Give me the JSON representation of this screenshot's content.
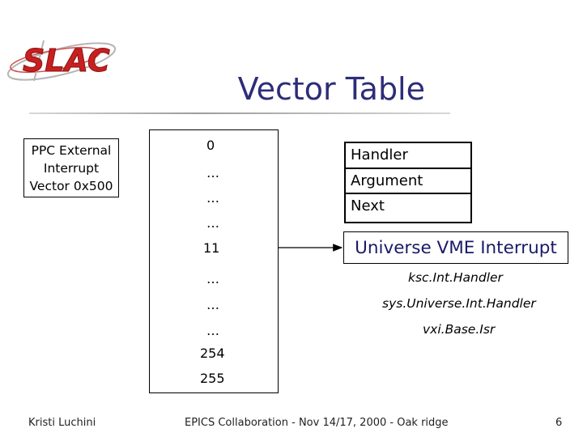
{
  "logo": {
    "text": "SLAC"
  },
  "slide": {
    "title": "Vector Table"
  },
  "ppc_label": "PPC External\nInterrupt\nVector 0x500",
  "vector_table": {
    "rows": [
      "0",
      "…",
      "…",
      "…",
      "11",
      "…",
      "…",
      "…",
      "254",
      "255"
    ]
  },
  "handler_struct": {
    "fields": [
      "Handler",
      "Argument",
      "Next"
    ]
  },
  "universe_label": "Universe VME Interrupt",
  "handlers": [
    "ksc.Int.Handler",
    "sys.Universe.Int.Handler",
    "vxi.Base.Isr"
  ],
  "footer": {
    "author": "Kristi Luchini",
    "event": "EPICS Collaboration - Nov 14/17, 2000 - Oak ridge",
    "page": "6"
  },
  "colors": {
    "title": "#2d2d7a",
    "logo_red": "#c8201f",
    "logo_gray": "#9a9a9a"
  }
}
